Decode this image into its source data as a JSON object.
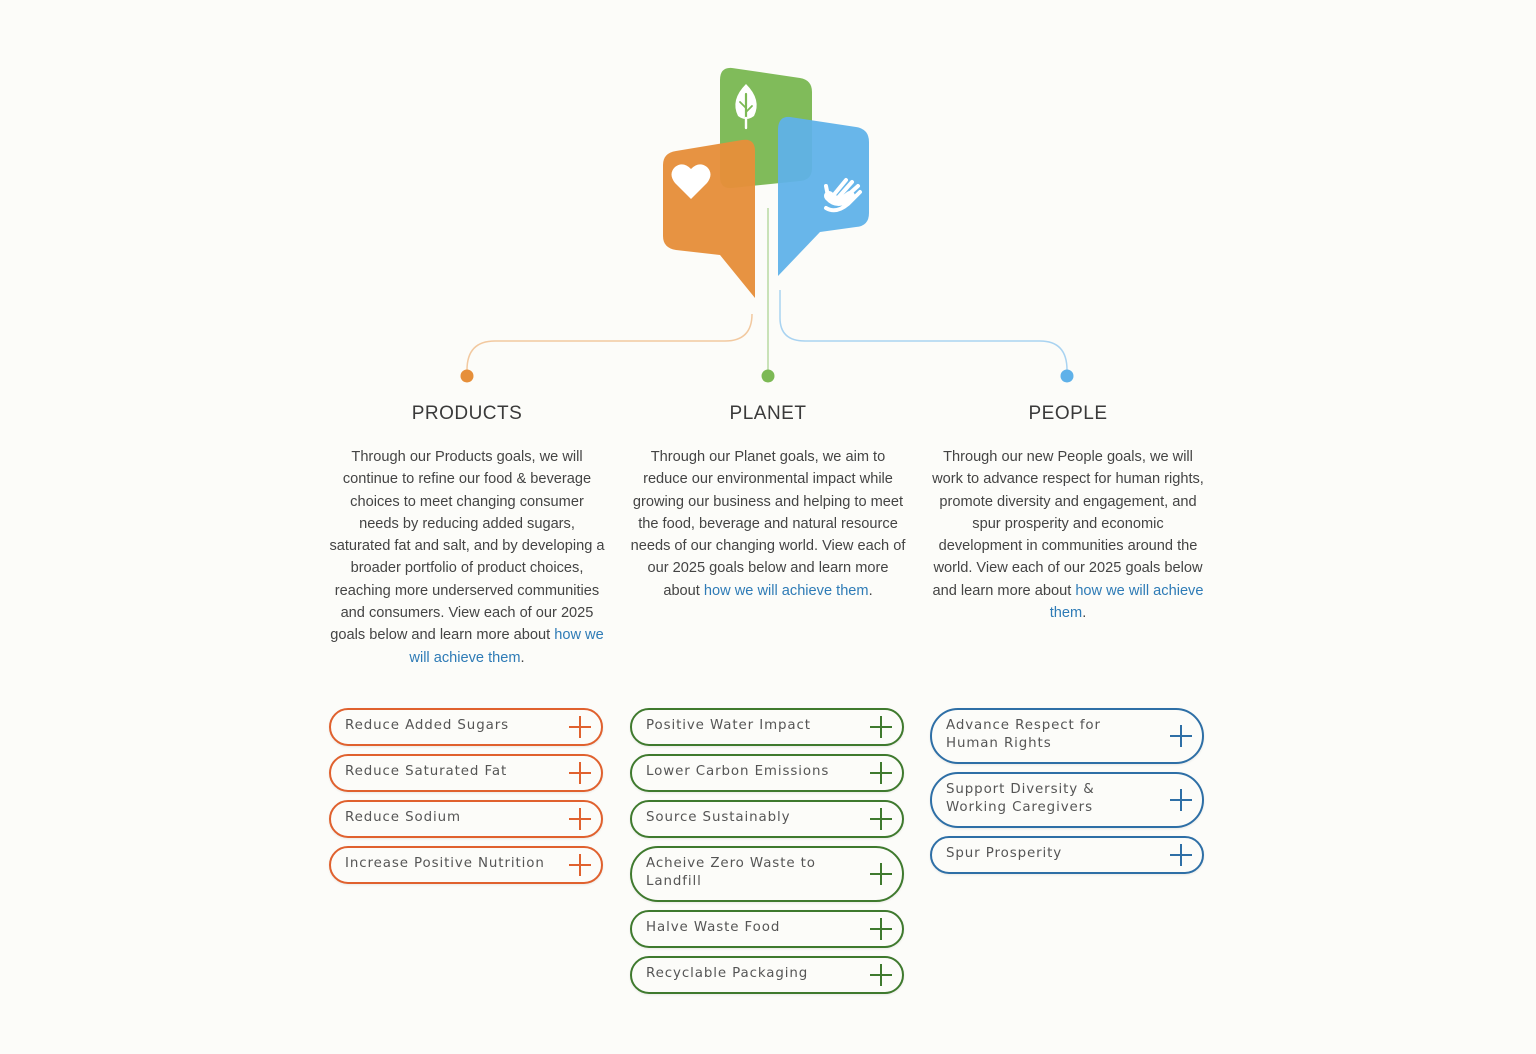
{
  "colors": {
    "products": "#e68f3a",
    "planet": "#7cb955",
    "people": "#5fb1e9",
    "products_border": "#e0612e",
    "planet_border": "#3f7a2e",
    "people_border": "#2e6fa6",
    "link": "#2e7bb6"
  },
  "logo": {
    "icons": [
      "heart-icon",
      "leaf-icon",
      "hand-icon"
    ]
  },
  "products": {
    "title": "PRODUCTS",
    "description": "Through our Products goals, we will continue to refine our food & beverage choices to meet changing consumer needs by reducing added sugars, saturated fat and salt, and by developing a broader portfolio of product choices, reaching more underserved communities and consumers. View each of our 2025 goals below and learn more about",
    "link": "how we will achieve them",
    "goals": [
      "Reduce Added Sugars",
      "Reduce Saturated Fat",
      "Reduce Sodium",
      "Increase Positive Nutrition"
    ]
  },
  "planet": {
    "title": "PLANET",
    "description": "Through our Planet goals, we aim to reduce our environmental impact while growing our business and helping to meet the food, beverage and natural resource needs of our changing world. View each of our 2025 goals below and learn more about",
    "link": "how we will achieve them",
    "goals": [
      "Positive Water Impact",
      "Lower Carbon Emissions",
      "Source Sustainably",
      "Acheive Zero Waste to Landfill",
      "Halve Waste Food",
      "Recyclable Packaging"
    ]
  },
  "people": {
    "title": "PEOPLE",
    "description": "Through our new People goals, we will work to advance respect for human rights, promote diversity and engagement, and spur prosperity and economic development in communities around the world. View each of our 2025 goals below and learn more about",
    "link": "how we will achieve them",
    "goals": [
      "Advance Respect for Human Rights",
      "Support Diversity & Working Caregivers",
      "Spur Prosperity"
    ]
  }
}
